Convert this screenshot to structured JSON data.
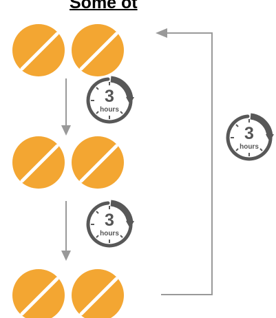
{
  "title": "Some ot",
  "timer": {
    "number": "3",
    "unit": "hours"
  },
  "colors": {
    "pill": "#f3a632",
    "pill_score": "#ffffff",
    "timer": "#585858",
    "arrow": "#999999"
  },
  "icons": {
    "pill": "pill-icon",
    "timer": "timer-3-hours-icon"
  }
}
